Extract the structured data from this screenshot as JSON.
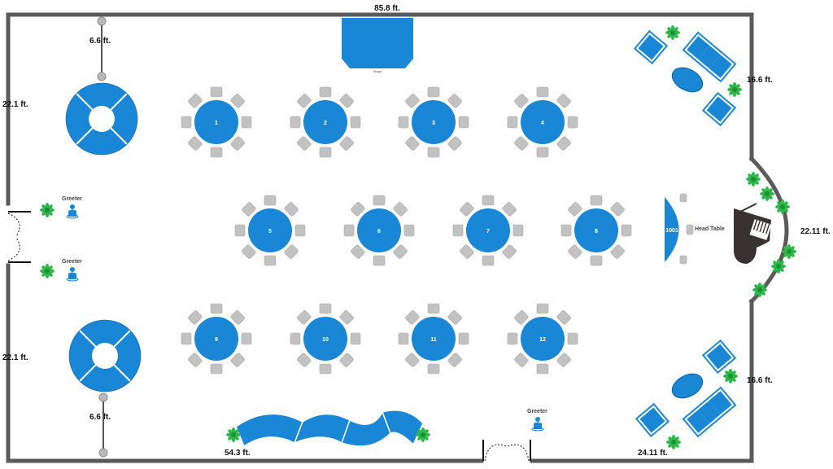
{
  "dimensions": {
    "top": "85.8 ft.",
    "left_upper": "22.1 ft.",
    "left_lower": "22.1 ft.",
    "post_upper": "6.6 ft.",
    "post_lower": "6.6 ft.",
    "right_upper": "16.6 ft.",
    "right_lower": "16.6 ft.",
    "right_arc": "22.11 ft.",
    "bottom_left": "54.3 ft.",
    "bottom_right": "24.11 ft."
  },
  "stage_label": "Stage",
  "greeter_label": "Greeter",
  "head_table": {
    "number": "1001",
    "label": "Head Table"
  },
  "tables": [
    {
      "num": "1"
    },
    {
      "num": "2"
    },
    {
      "num": "3"
    },
    {
      "num": "4"
    },
    {
      "num": "5"
    },
    {
      "num": "6"
    },
    {
      "num": "7"
    },
    {
      "num": "8"
    },
    {
      "num": "9"
    },
    {
      "num": "10"
    },
    {
      "num": "11"
    },
    {
      "num": "12"
    }
  ],
  "colors": {
    "table": "#1a87d6",
    "chair": "#c2c2c2",
    "wall": "#5a5a5a",
    "plant": "#2eb84a",
    "piano": "#3a3232"
  },
  "icons": [
    "greeter-person-icon",
    "plant-icon",
    "grand-piano-icon",
    "door-swing-icon"
  ]
}
